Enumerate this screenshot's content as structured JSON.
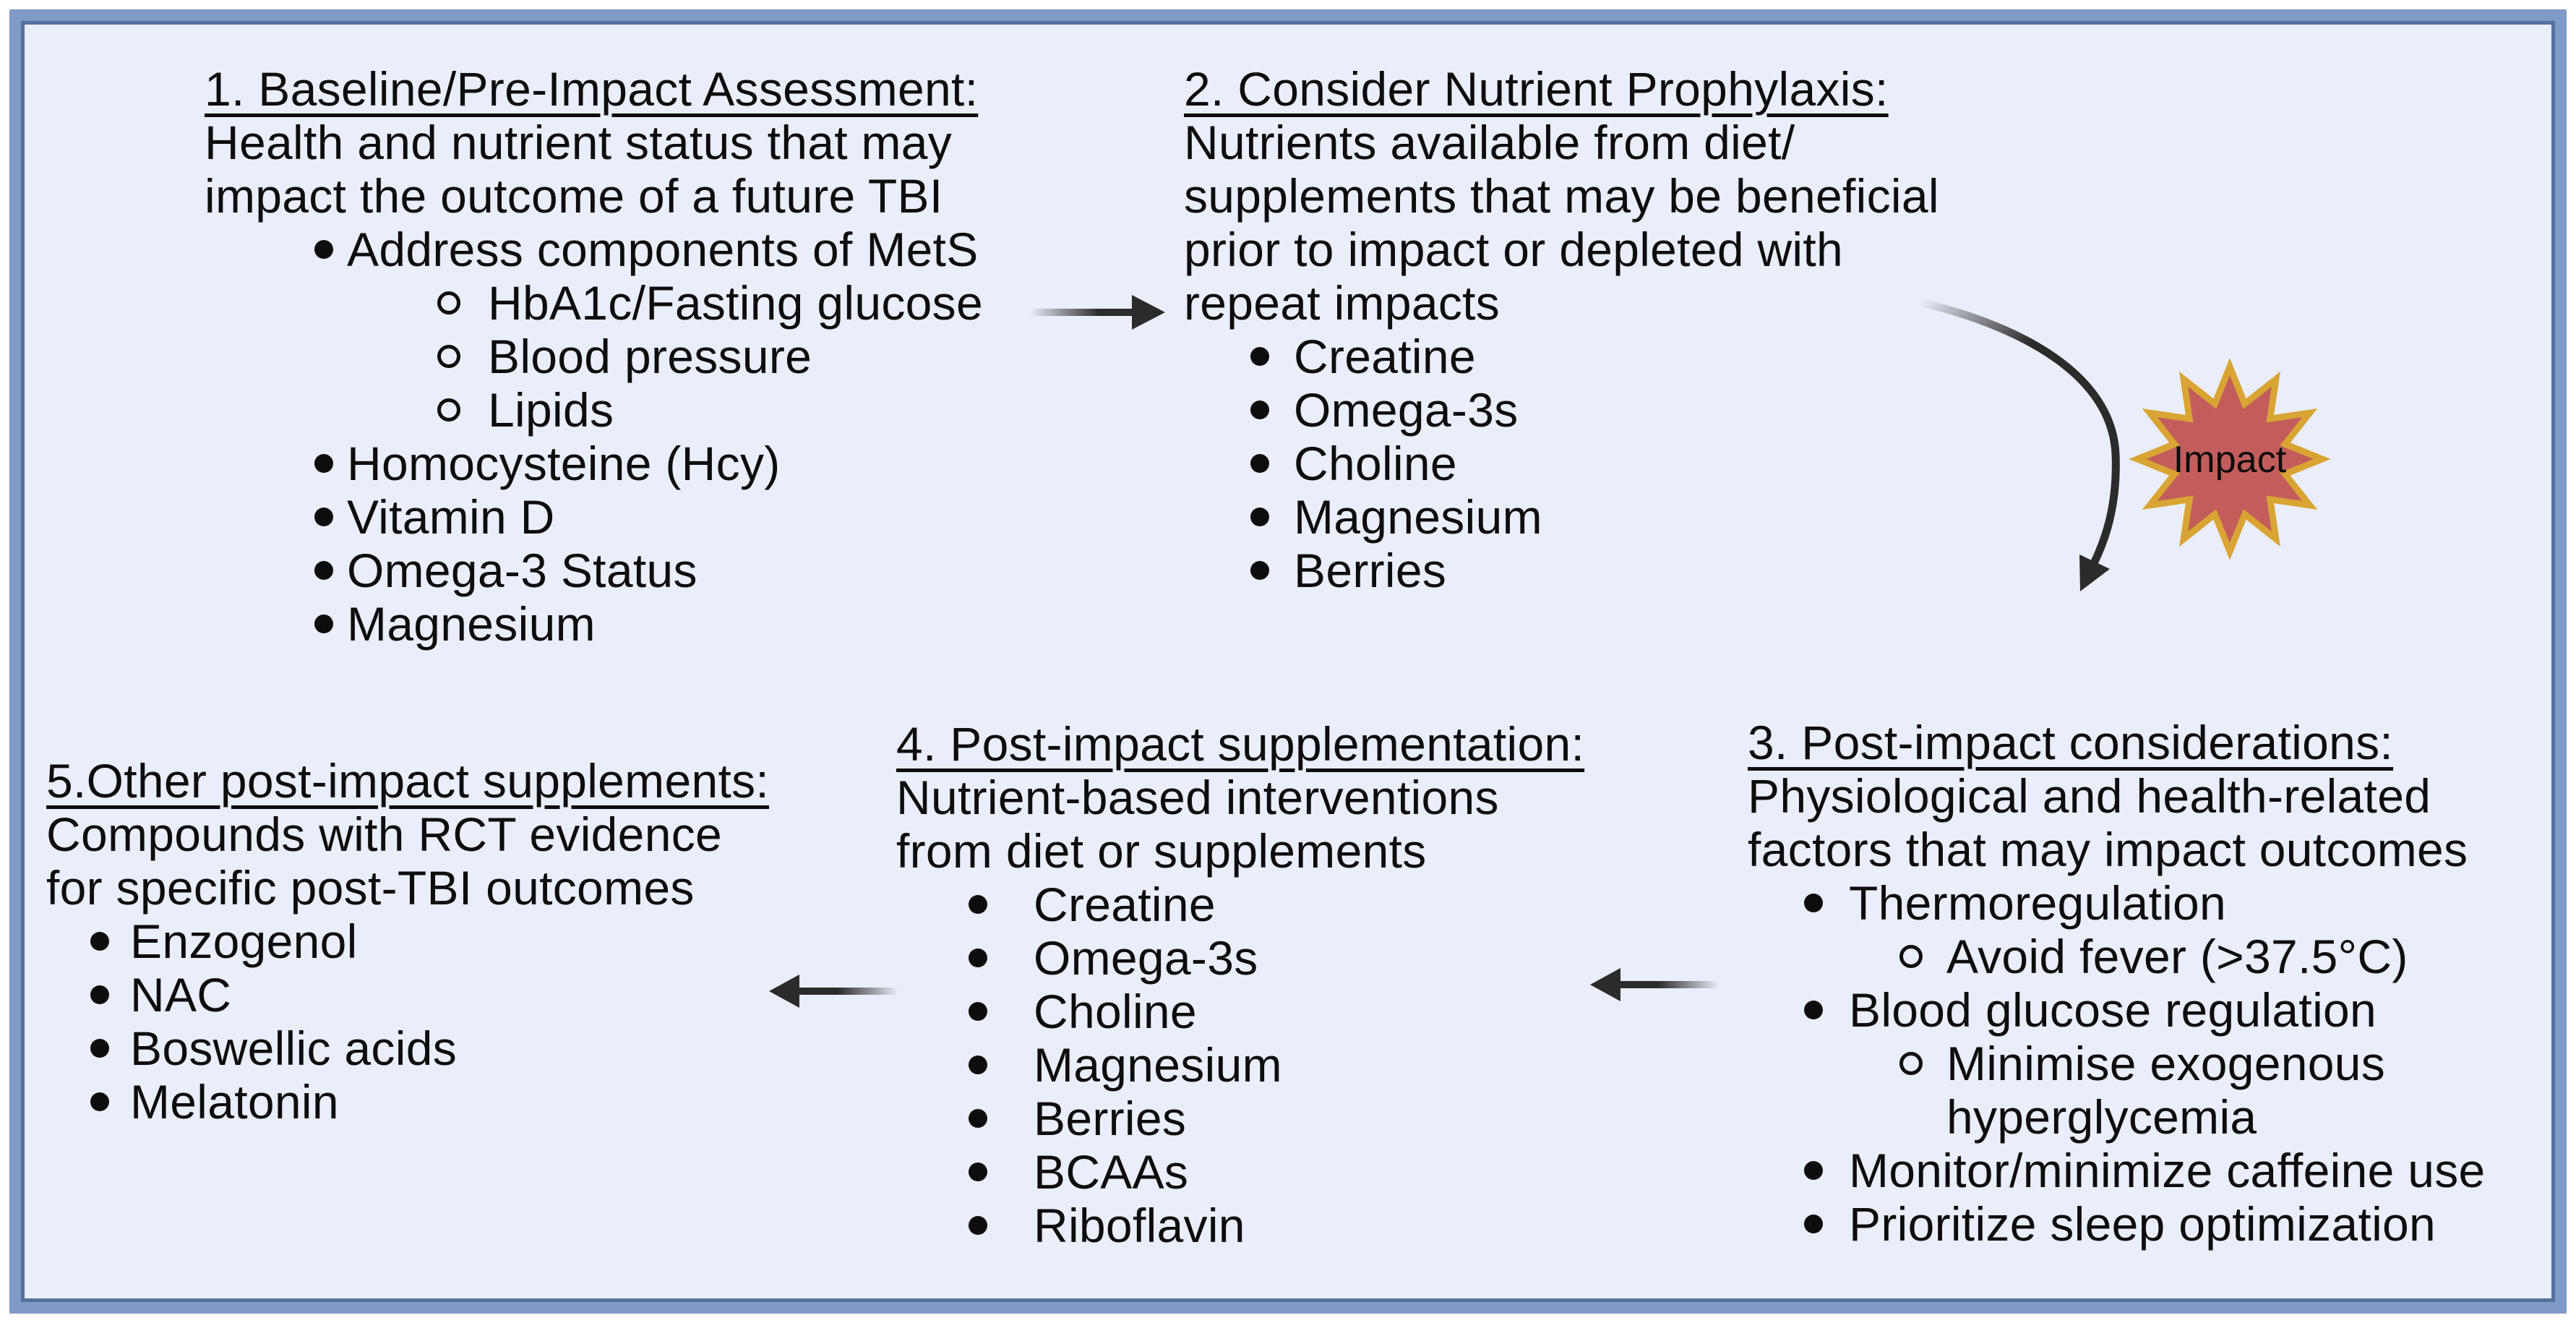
{
  "figure": {
    "background": "#e9eefa",
    "border_outer": "#8099c7",
    "border_inner": "#54719f",
    "text_color": "#0d0d0d",
    "arrow_color": "#2b2b2b"
  },
  "impact": {
    "label": "Impact",
    "fill": "#c25d5c",
    "stroke": "#d8a534"
  },
  "sections": [
    {
      "title": "1. Baseline/Pre-Impact Assessment:",
      "desc": [
        "Health and nutrient status that may",
        "impact the outcome of a future TBI"
      ],
      "items": [
        {
          "level": 1,
          "text": "Address components of MetS"
        },
        {
          "level": 2,
          "text": "HbA1c/Fasting glucose"
        },
        {
          "level": 2,
          "text": "Blood pressure"
        },
        {
          "level": 2,
          "text": "Lipids"
        },
        {
          "level": 1,
          "text": "Homocysteine (Hcy)"
        },
        {
          "level": 1,
          "text": "Vitamin D"
        },
        {
          "level": 1,
          "text": "Omega-3 Status"
        },
        {
          "level": 1,
          "text": "Magnesium"
        }
      ]
    },
    {
      "title": "2. Consider Nutrient Prophylaxis:",
      "desc": [
        "Nutrients available from diet/",
        "supplements that may be beneficial",
        "prior to impact or depleted with",
        "repeat impacts"
      ],
      "items": [
        {
          "level": 1,
          "text": "Creatine"
        },
        {
          "level": 1,
          "text": "Omega-3s"
        },
        {
          "level": 1,
          "text": "Choline"
        },
        {
          "level": 1,
          "text": "Magnesium"
        },
        {
          "level": 1,
          "text": "Berries"
        }
      ]
    },
    {
      "title": "3. Post-impact considerations:",
      "desc": [
        "Physiological and health-related",
        "factors that may impact outcomes"
      ],
      "items": [
        {
          "level": 1,
          "text": "Thermoregulation"
        },
        {
          "level": 2,
          "text": "Avoid fever (>37.5°C)"
        },
        {
          "level": 1,
          "text": "Blood glucose regulation"
        },
        {
          "level": 2,
          "text": "Minimise exogenous hyperglycemia"
        },
        {
          "level": 1,
          "text": "Monitor/minimize caffeine use"
        },
        {
          "level": 1,
          "text": "Prioritize sleep optimization"
        }
      ]
    },
    {
      "title": "4. Post-impact supplementation:",
      "desc": [
        "Nutrient-based interventions",
        "from diet or supplements"
      ],
      "items": [
        {
          "level": 1,
          "text": "Creatine"
        },
        {
          "level": 1,
          "text": "Omega-3s"
        },
        {
          "level": 1,
          "text": "Choline"
        },
        {
          "level": 1,
          "text": "Magnesium"
        },
        {
          "level": 1,
          "text": "Berries"
        },
        {
          "level": 1,
          "text": "BCAAs"
        },
        {
          "level": 1,
          "text": "Riboflavin"
        }
      ]
    },
    {
      "title": "5.Other post-impact supplements:",
      "desc": [
        "Compounds with RCT evidence",
        "for specific post-TBI outcomes"
      ],
      "items": [
        {
          "level": 1,
          "text": "Enzogenol"
        },
        {
          "level": 1,
          "text": "NAC"
        },
        {
          "level": 1,
          "text": "Boswellic acids"
        },
        {
          "level": 1,
          "text": "Melatonin"
        }
      ]
    }
  ]
}
